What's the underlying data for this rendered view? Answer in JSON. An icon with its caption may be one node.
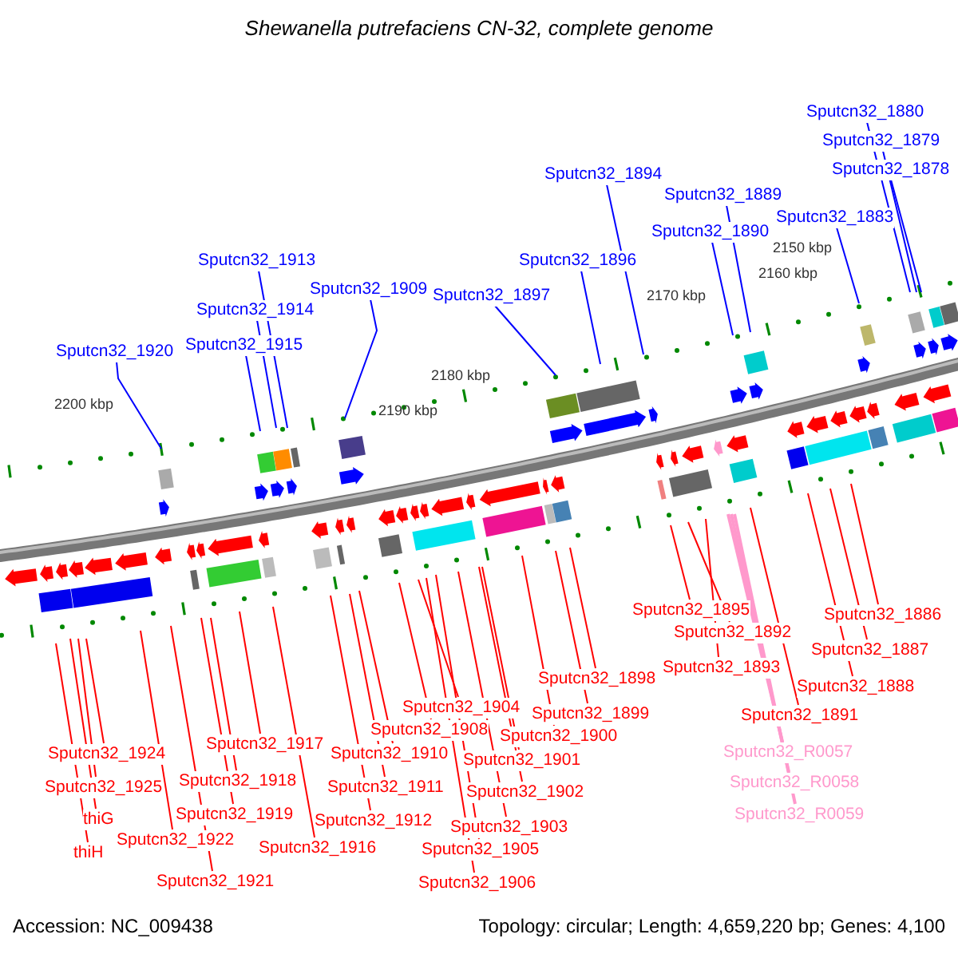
{
  "diagram": {
    "title": "Shewanella putrefaciens CN-32, complete genome",
    "nodes": [
      {
        "text": [
          "Sputcn32_1880"
        ]
      },
      {
        "text": [
          "Sputcn32_1879"
        ]
      },
      {
        "text": [
          "Sputcn32_1878"
        ]
      },
      {
        "text": [
          "Sputcn32_1894"
        ]
      },
      {
        "text": [
          "Sputcn32_1889"
        ]
      },
      {
        "text": [
          "Sputcn32_1883"
        ]
      },
      {
        "text": [
          "Sputcn32_1890"
        ]
      },
      {
        "text": [
          "Sputcn32_1896"
        ]
      },
      {
        "text": [
          "Sputcn32_1913"
        ]
      },
      {
        "text": [
          "Sputcn32_1909"
        ]
      },
      {
        "text": [
          "Sputcn32_1897"
        ]
      },
      {
        "text": [
          "Sputcn32_1914"
        ]
      },
      {
        "text": [
          "Sputcn32_1915"
        ]
      },
      {
        "text": [
          "Sputcn32_1920"
        ]
      },
      {
        "text": [
          "Sputcn32_1895"
        ]
      },
      {
        "text": [
          "Sputcn32_1886"
        ]
      },
      {
        "text": [
          "Sputcn32_1892"
        ]
      },
      {
        "text": [
          "Sputcn32_1887"
        ]
      },
      {
        "text": [
          "Sputcn32_1893"
        ]
      },
      {
        "text": [
          "Sputcn32_1898"
        ]
      },
      {
        "text": [
          "Sputcn32_1888"
        ]
      },
      {
        "text": [
          "Sputcn32_1904"
        ]
      },
      {
        "text": [
          "Sputcn32_1899"
        ]
      },
      {
        "text": [
          "Sputcn32_1891"
        ]
      },
      {
        "text": [
          "Sputcn32_1908"
        ]
      },
      {
        "text": [
          "Sputcn32_1900"
        ]
      },
      {
        "text": [
          "Sputcn32_1917"
        ]
      },
      {
        "text": [
          "Sputcn32_R0057"
        ]
      },
      {
        "text": [
          "Sputcn32_1924"
        ]
      },
      {
        "text": [
          "Sputcn32_1910"
        ]
      },
      {
        "text": [
          "Sputcn32_1901"
        ]
      },
      {
        "text": [
          "Sputcn32_1918"
        ]
      },
      {
        "text": [
          "Sputcn32_R0058"
        ]
      },
      {
        "text": [
          "Sputcn32_1925"
        ]
      },
      {
        "text": [
          "Sputcn32_1911"
        ]
      },
      {
        "text": [
          "Sputcn32_1902"
        ]
      },
      {
        "text": [
          "Sputcn32_1919"
        ]
      },
      {
        "text": [
          "Sputcn32_R0059"
        ]
      },
      {
        "text": [
          "thiG"
        ]
      },
      {
        "text": [
          "Sputcn32_1912"
        ]
      },
      {
        "text": [
          "Sputcn32_1903"
        ]
      },
      {
        "text": [
          "Sputcn32_1922"
        ]
      },
      {
        "text": [
          "Sputcn32_1916"
        ]
      },
      {
        "text": [
          "Sputcn32_1905"
        ]
      },
      {
        "text": [
          "thiH"
        ]
      },
      {
        "text": [
          "Sputcn32_1921"
        ]
      },
      {
        "text": [
          "Sputcn32_1906"
        ]
      }
    ],
    "edges": [
      {
        "from": 0,
        "to": null,
        "arrow": "none",
        "color": "#0000ff"
      },
      {
        "from": 1,
        "to": null,
        "arrow": "none",
        "color": "#0000ff"
      },
      {
        "from": 2,
        "to": null,
        "arrow": "none",
        "color": "#0000ff"
      },
      {
        "from": 3,
        "to": null,
        "arrow": "none",
        "color": "#0000ff"
      },
      {
        "from": 4,
        "to": null,
        "arrow": "none",
        "color": "#0000ff"
      },
      {
        "from": 5,
        "to": null,
        "arrow": "none",
        "color": "#0000ff"
      },
      {
        "from": 6,
        "to": null,
        "arrow": "none",
        "color": "#0000ff"
      },
      {
        "from": 7,
        "to": null,
        "arrow": "none",
        "color": "#0000ff"
      },
      {
        "from": 8,
        "to": null,
        "arrow": "none",
        "color": "#0000ff"
      },
      {
        "from": 9,
        "to": null,
        "arrow": "none",
        "color": "#0000ff"
      },
      {
        "from": 10,
        "to": null,
        "arrow": "none",
        "color": "#0000ff"
      },
      {
        "from": 11,
        "to": null,
        "arrow": "none",
        "color": "#0000ff"
      },
      {
        "from": 12,
        "to": null,
        "arrow": "none",
        "color": "#0000ff"
      },
      {
        "from": 13,
        "to": null,
        "arrow": "none",
        "color": "#0000ff"
      },
      {
        "from": 14,
        "to": null,
        "arrow": "none"
      },
      {
        "from": 15,
        "to": null,
        "arrow": "none"
      },
      {
        "from": 16,
        "to": null,
        "arrow": "none"
      },
      {
        "from": 17,
        "to": null,
        "arrow": "none"
      },
      {
        "from": 18,
        "to": null,
        "arrow": "none"
      },
      {
        "from": 19,
        "to": null,
        "arrow": "none"
      },
      {
        "from": 20,
        "to": null,
        "arrow": "none"
      },
      {
        "from": 21,
        "to": null,
        "arrow": "none"
      },
      {
        "from": 22,
        "to": null,
        "arrow": "none"
      },
      {
        "from": 23,
        "to": null,
        "arrow": "none"
      },
      {
        "from": 24,
        "to": null,
        "arrow": "none"
      },
      {
        "from": 25,
        "to": null,
        "arrow": "none"
      },
      {
        "from": 26,
        "to": null,
        "arrow": "none"
      },
      {
        "from": 27,
        "to": null,
        "arrow": "none",
        "color": "#ff99cc"
      },
      {
        "from": 28,
        "to": null,
        "arrow": "none"
      },
      {
        "from": 29,
        "to": null,
        "arrow": "none"
      },
      {
        "from": 30,
        "to": null,
        "arrow": "none"
      },
      {
        "from": 31,
        "to": null,
        "arrow": "none"
      },
      {
        "from": 32,
        "to": null,
        "arrow": "none",
        "color": "#ff99cc"
      },
      {
        "from": 33,
        "to": null,
        "arrow": "none"
      },
      {
        "from": 34,
        "to": null,
        "arrow": "none"
      },
      {
        "from": 35,
        "to": null,
        "arrow": "none"
      },
      {
        "from": 36,
        "to": null,
        "arrow": "none"
      },
      {
        "from": 37,
        "to": null,
        "arrow": "none",
        "color": "#ff99cc"
      },
      {
        "from": 38,
        "to": null,
        "arrow": "none"
      },
      {
        "from": 39,
        "to": null,
        "arrow": "none"
      },
      {
        "from": 40,
        "to": null,
        "arrow": "none"
      },
      {
        "from": 41,
        "to": null,
        "arrow": "none"
      },
      {
        "from": 42,
        "to": null,
        "arrow": "none"
      },
      {
        "from": 43,
        "to": null,
        "arrow": "none"
      },
      {
        "from": 44,
        "to": null,
        "arrow": "none"
      },
      {
        "from": 45,
        "to": null,
        "arrow": "none"
      },
      {
        "from": 46,
        "to": null,
        "arrow": "none"
      }
    ],
    "labels": [
      "2150 kbp",
      "2160 kbp",
      "2170 kbp",
      "2180 kbp",
      "2190 kbp",
      "2200 kbp",
      "Accession: NC_009438",
      "Topology: circular; Length: 4,659,220 bp; Genes: 4,100"
    ]
  }
}
